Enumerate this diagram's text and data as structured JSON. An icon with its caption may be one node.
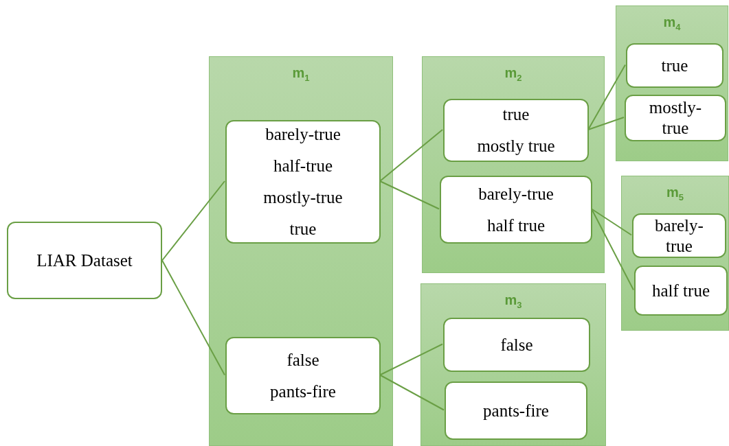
{
  "diagram": {
    "nodes": [
      {
        "text": [
          "LIAR Dataset"
        ]
      },
      {
        "text": [
          "m$_{1}$"
        ]
      },
      {
        "text": [
          "barely-true",
          "half-true",
          "mostly-true",
          "true"
        ],
        "in": 1
      },
      {
        "text": [
          "false",
          "pants-fire"
        ],
        "in": 1
      },
      {
        "text": [
          "m$_{2}$"
        ]
      },
      {
        "text": [
          "true",
          "mostly true"
        ],
        "in": 4
      },
      {
        "text": [
          "barely-true",
          "half true"
        ],
        "in": 4
      },
      {
        "text": [
          "m$_{3}$"
        ]
      },
      {
        "text": [
          "false"
        ],
        "in": 7
      },
      {
        "text": [
          "pants-fire"
        ],
        "in": 7
      },
      {
        "text": [
          "m$_{4}$"
        ]
      },
      {
        "text": [
          "true"
        ],
        "in": 10
      },
      {
        "text": [
          "mostly-true"
        ],
        "in": 10
      },
      {
        "text": [
          "m$_{5}$"
        ]
      },
      {
        "text": [
          "barely-true"
        ],
        "in": 13
      },
      {
        "text": [
          "half true"
        ],
        "in": 13
      }
    ],
    "edges": [
      {
        "from": 0,
        "to": 2,
        "arrow": "none"
      },
      {
        "from": 0,
        "to": 3,
        "arrow": "none"
      },
      {
        "from": 2,
        "to": 5,
        "arrow": "none"
      },
      {
        "from": 2,
        "to": 6,
        "arrow": "none"
      },
      {
        "from": 3,
        "to": 8,
        "arrow": "none"
      },
      {
        "from": 3,
        "to": 9,
        "arrow": "none"
      },
      {
        "from": 5,
        "to": 11,
        "arrow": "none"
      },
      {
        "from": 5,
        "to": 12,
        "arrow": "none"
      },
      {
        "from": 6,
        "to": 14,
        "arrow": "none"
      },
      {
        "from": 6,
        "to": 15,
        "arrow": "none"
      }
    ]
  }
}
